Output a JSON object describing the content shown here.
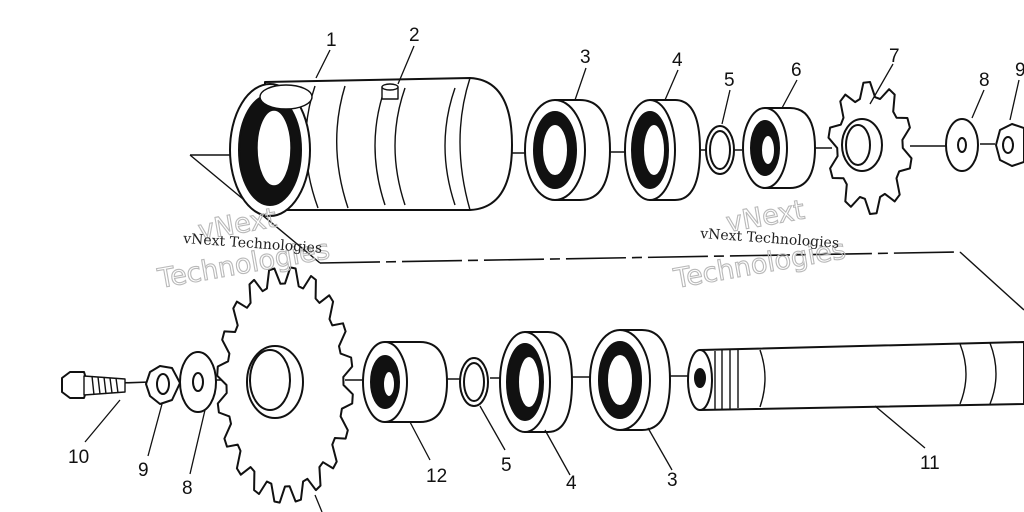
{
  "watermark": {
    "left_small": "vNext Technologies",
    "left_big_1": "vNext",
    "left_big_2": "Technologies",
    "right_small": "vNext Technologies",
    "right_big_1": "vNext",
    "right_big_2": "Technologies"
  },
  "callouts": {
    "top": [
      "1",
      "2",
      "3",
      "4",
      "5",
      "6",
      "7",
      "8",
      "9"
    ],
    "bottom": [
      "10",
      "9",
      "8",
      "12",
      "5",
      "4",
      "3",
      "11"
    ]
  },
  "colors": {
    "line": "#111111",
    "background": "#ffffff",
    "watermark": "#b9b9b9"
  }
}
